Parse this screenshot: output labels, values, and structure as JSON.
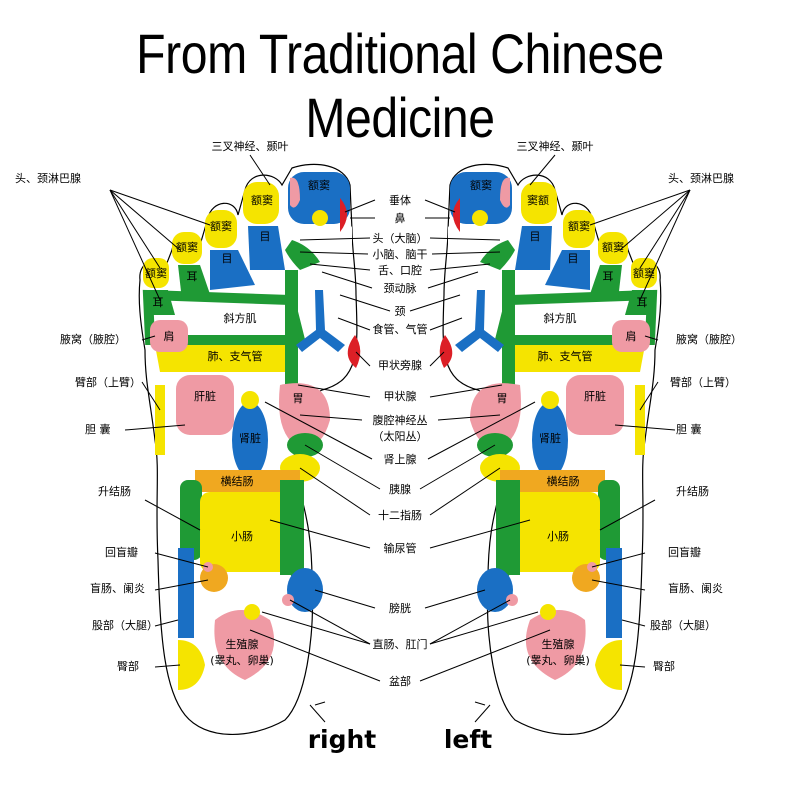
{
  "title": "From Traditional Chinese Medicine",
  "foot_labels": {
    "right": "right",
    "left": "left"
  },
  "center_labels": [
    "三叉神经、颞叶",
    "垂体",
    "鼻",
    "头（大脑）",
    "小脑、脑干",
    "舌、口腔",
    "颈动脉",
    "颈",
    "食管、气管",
    "甲状旁腺",
    "甲状腺",
    "腹腔神经丛",
    "（太阳丛）",
    "肾上腺",
    "胰腺",
    "十二指肠",
    "输尿管",
    "膀胱",
    "直肠、肛门",
    "盆部"
  ],
  "right_foot_side_labels": [
    "头、颈淋巴腺",
    "腋窝（腋腔）",
    "臂部（上臂）",
    "胆 囊",
    "升结肠",
    "回盲瓣",
    "盲肠、阑炎",
    "股部（大腿）",
    "臀部"
  ],
  "left_foot_side_labels": [
    "三叉神经、颞叶",
    "头、颈淋巴腺",
    "腋窝（腋腔）",
    "臂部（上臂）",
    "胆 囊",
    "升结肠",
    "回盲瓣",
    "盲肠、阑炎",
    "股部（大腿）",
    "臀部"
  ],
  "organs": {
    "sinus": "额窦",
    "sinus_alt": "窦额",
    "eye": "目",
    "ear": "耳",
    "trapezius": "斜方肌",
    "shoulder": "肩",
    "lung": "肺、支气管",
    "liver": "肝脏",
    "kidney": "肾脏",
    "stomach": "胃",
    "transverse_colon": "横结肠",
    "small_intestine": "小肠",
    "gonad_1": "生殖腺",
    "gonad_2": "(睾丸、卵巢)"
  },
  "colors": {
    "yellow": "#f5e400",
    "blue": "#1a6fc4",
    "green": "#1f9a35",
    "pink": "#ef9aa4",
    "red": "#dc1f26",
    "orange": "#f0a820"
  }
}
